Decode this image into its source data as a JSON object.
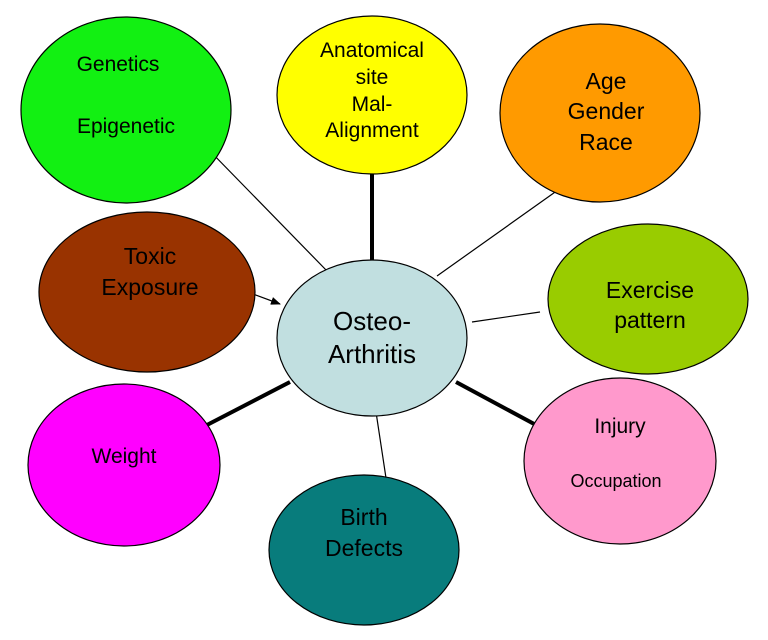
{
  "center": {
    "lines": [
      "Osteo-",
      "Arthritis"
    ],
    "color": "#c1dfe0"
  },
  "nodes": [
    {
      "id": "genetics",
      "lines": [
        "Genetics",
        "Epigenetic"
      ],
      "color": "#12f012"
    },
    {
      "id": "anatomical",
      "lines": [
        "Anatomical",
        "site",
        "Mal-",
        "Alignment"
      ],
      "color": "#ffff00"
    },
    {
      "id": "age",
      "lines": [
        "Age",
        "Gender",
        "Race"
      ],
      "color": "#ff9a00"
    },
    {
      "id": "toxic",
      "lines": [
        "Toxic",
        "Exposure"
      ],
      "color": "#993300"
    },
    {
      "id": "exercise",
      "lines": [
        "Exercise",
        "pattern"
      ],
      "color": "#99cc00"
    },
    {
      "id": "weight",
      "lines": [
        "Weight"
      ],
      "color": "#ff00ff"
    },
    {
      "id": "birth",
      "lines": [
        "Birth",
        "Defects"
      ],
      "color": "#087c7c"
    },
    {
      "id": "injury",
      "lines": [
        "Injury",
        "Occupation"
      ],
      "color": "#ff99cc"
    }
  ]
}
